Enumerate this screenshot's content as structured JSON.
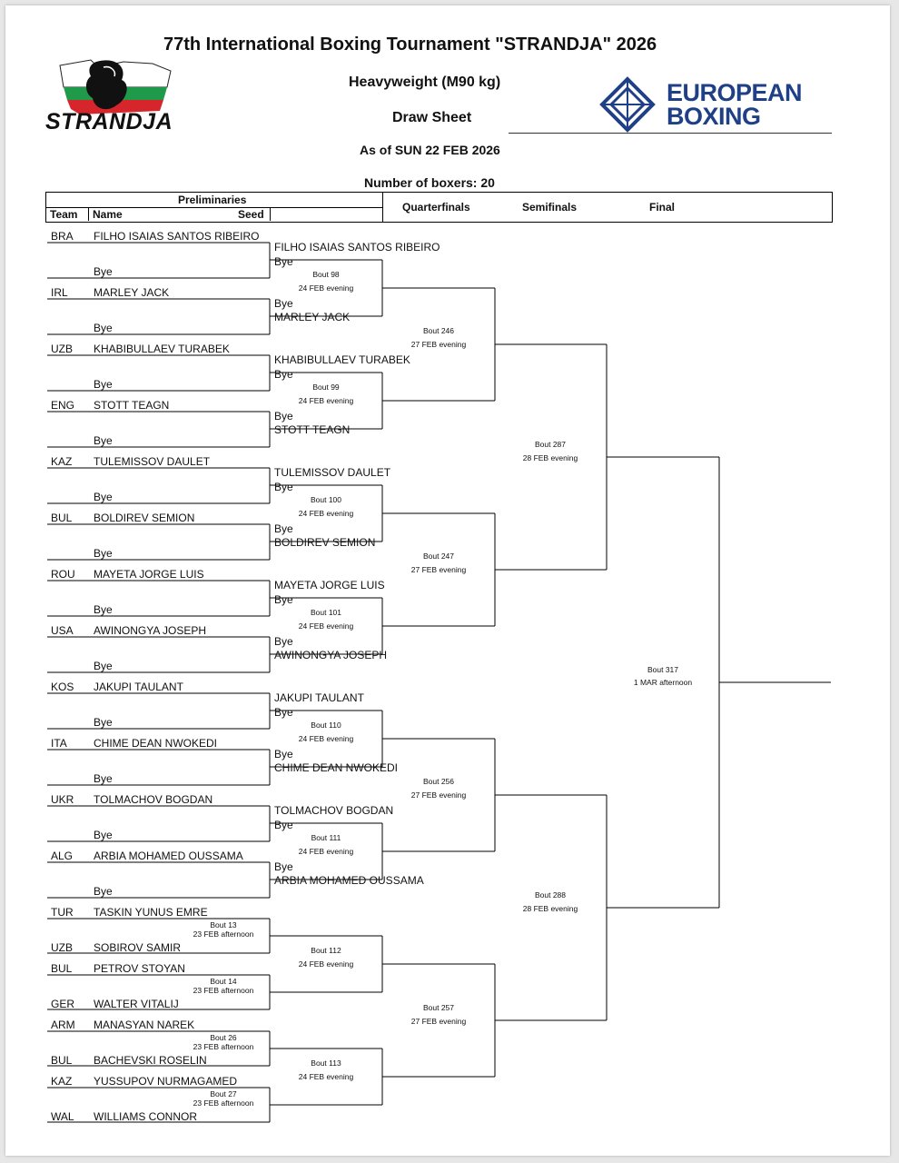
{
  "header": {
    "title": "77th International Boxing Tournament \"STRANDJA\" 2026",
    "weight": "Heavyweight (M90 kg)",
    "sheet_type": "Draw Sheet",
    "as_of": "As of SUN 22 FEB 2026",
    "boxers_count": "Number of boxers: 20"
  },
  "logos": {
    "left_text": "STRANDJA",
    "right_line1": "EUROPEAN",
    "right_line2": "BOXING",
    "colors": {
      "white": "#ffffff",
      "green": "#1f9a4a",
      "red": "#d7262b",
      "black": "#111111",
      "eb_blue": "#1f3f86"
    }
  },
  "columns": {
    "preliminaries": "Preliminaries",
    "team": "Team",
    "name": "Name",
    "seed": "Seed",
    "quarterfinals": "Quarterfinals",
    "semifinals": "Semifinals",
    "final": "Final"
  },
  "bye_label": "Bye",
  "round1": [
    {
      "team": "BRA",
      "name": "FILHO ISAIAS SANTOS RIBEIRO",
      "bye": "Bye"
    },
    {
      "team": "IRL",
      "name": "MARLEY JACK",
      "bye": "Bye"
    },
    {
      "team": "UZB",
      "name": "KHABIBULLAEV TURABEK",
      "bye": "Bye"
    },
    {
      "team": "ENG",
      "name": "STOTT TEAGN",
      "bye": "Bye"
    },
    {
      "team": "KAZ",
      "name": "TULEMISSOV DAULET",
      "bye": "Bye"
    },
    {
      "team": "BUL",
      "name": "BOLDIREV SEMION",
      "bye": "Bye"
    },
    {
      "team": "ROU",
      "name": "MAYETA JORGE LUIS",
      "bye": "Bye"
    },
    {
      "team": "USA",
      "name": "AWINONGYA JOSEPH",
      "bye": "Bye"
    },
    {
      "team": "KOS",
      "name": "JAKUPI TAULANT",
      "bye": "Bye"
    },
    {
      "team": "ITA",
      "name": "CHIME DEAN NWOKEDI",
      "bye": "Bye"
    },
    {
      "team": "UKR",
      "name": "TOLMACHOV BOGDAN",
      "bye": "Bye"
    },
    {
      "team": "ALG",
      "name": "ARBIA MOHAMED OUSSAMA",
      "bye": "Bye"
    }
  ],
  "prelim_bouts": [
    {
      "a_team": "TUR",
      "a_name": "TASKIN YUNUS EMRE",
      "b_team": "UZB",
      "b_name": "SOBIROV SAMIR",
      "bout": "Bout 13",
      "when": "23 FEB afternoon"
    },
    {
      "a_team": "BUL",
      "a_name": "PETROV STOYAN",
      "b_team": "GER",
      "b_name": "WALTER VITALIJ",
      "bout": "Bout 14",
      "when": "23 FEB afternoon"
    },
    {
      "a_team": "ARM",
      "a_name": "MANASYAN NAREK",
      "b_team": "BUL",
      "b_name": "BACHEVSKI ROSELIN",
      "bout": "Bout 26",
      "when": "23 FEB afternoon"
    },
    {
      "a_team": "KAZ",
      "a_name": "YUSSUPOV NURMAGAMED",
      "b_team": "WAL",
      "b_name": "WILLIAMS CONNOR",
      "bout": "Bout 27",
      "when": "23 FEB afternoon"
    }
  ],
  "round2": [
    {
      "top": "FILHO ISAIAS SANTOS RIBEIRO",
      "top_sub": "Bye",
      "bout": "Bout 98",
      "when": "24 FEB evening",
      "bot_sub": "Bye",
      "bot": "MARLEY JACK"
    },
    {
      "top": "KHABIBULLAEV TURABEK",
      "top_sub": "Bye",
      "bout": "Bout 99",
      "when": "24 FEB evening",
      "bot_sub": "Bye",
      "bot": "STOTT TEAGN"
    },
    {
      "top": "TULEMISSOV DAULET",
      "top_sub": "Bye",
      "bout": "Bout 100",
      "when": "24 FEB evening",
      "bot_sub": "Bye",
      "bot": "BOLDIREV SEMION"
    },
    {
      "top": "MAYETA JORGE LUIS",
      "top_sub": "Bye",
      "bout": "Bout 101",
      "when": "24 FEB evening",
      "bot_sub": "Bye",
      "bot": "AWINONGYA JOSEPH"
    },
    {
      "top": "JAKUPI TAULANT",
      "top_sub": "Bye",
      "bout": "Bout 110",
      "when": "24 FEB evening",
      "bot_sub": "Bye",
      "bot": "CHIME DEAN NWOKEDI"
    },
    {
      "top": "TOLMACHOV BOGDAN",
      "top_sub": "Bye",
      "bout": "Bout 111",
      "when": "24 FEB evening",
      "bot_sub": "Bye",
      "bot": "ARBIA MOHAMED OUSSAMA"
    },
    {
      "bout": "Bout 112",
      "when": "24 FEB evening"
    },
    {
      "bout": "Bout 113",
      "when": "24 FEB evening"
    }
  ],
  "quarterfinals": [
    {
      "bout": "Bout 246",
      "when": "27 FEB evening"
    },
    {
      "bout": "Bout 247",
      "when": "27 FEB evening"
    },
    {
      "bout": "Bout 256",
      "when": "27 FEB evening"
    },
    {
      "bout": "Bout 257",
      "when": "27 FEB evening"
    }
  ],
  "semifinals": [
    {
      "bout": "Bout 287",
      "when": "28 FEB evening"
    },
    {
      "bout": "Bout 288",
      "when": "28 FEB evening"
    }
  ],
  "final": {
    "bout": "Bout 317",
    "when": "1 MAR afternoon"
  }
}
